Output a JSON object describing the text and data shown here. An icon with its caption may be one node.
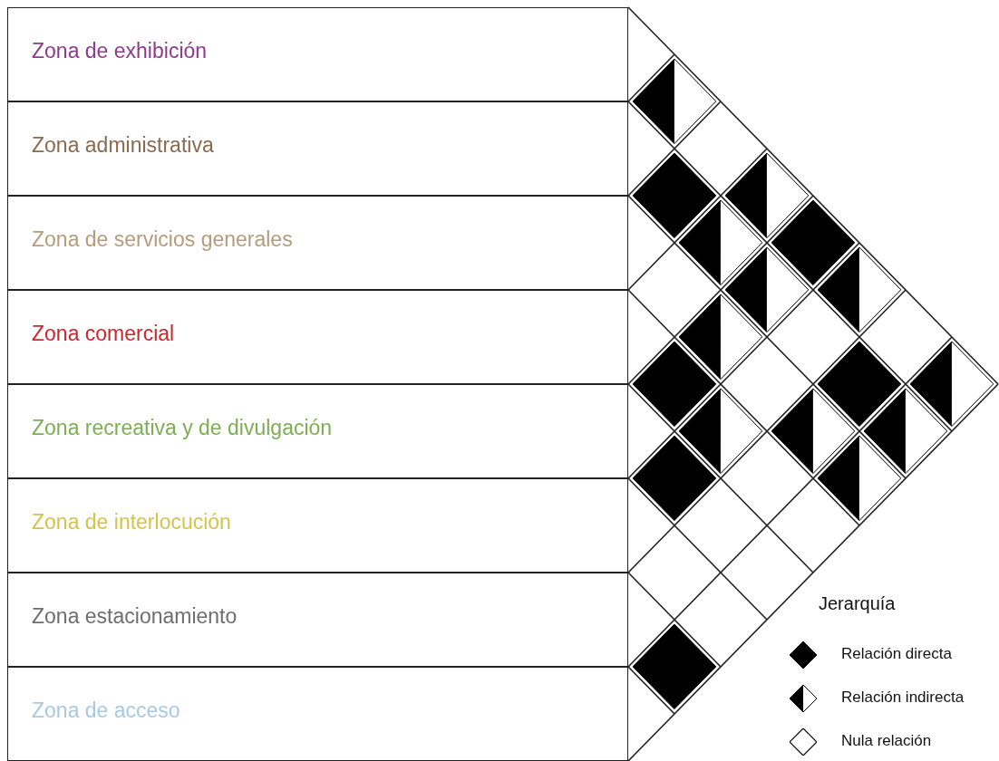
{
  "diagram": {
    "nodes": [
      {
        "text": [
          "Zona de exhibición"
        ]
      },
      {
        "text": [
          "Zona administrativa"
        ]
      },
      {
        "text": [
          "Zona de servicios generales"
        ]
      },
      {
        "text": [
          "Zona comercial"
        ]
      },
      {
        "text": [
          "Zona recreativa y de divulgación"
        ]
      },
      {
        "text": [
          "Zona de interlocución"
        ]
      },
      {
        "text": [
          "Zona estacionamiento"
        ]
      },
      {
        "text": [
          "Zona de acceso"
        ]
      },
      {
        "text": [],
        "shape": "half-diamond"
      },
      {
        "text": [],
        "shape": "diamond"
      },
      {
        "text": [],
        "shape": "half-diamond"
      },
      {
        "text": [],
        "shape": "half-diamond"
      },
      {
        "text": [],
        "shape": "diamond"
      },
      {
        "text": [],
        "shape": "half-diamond"
      },
      {
        "text": [],
        "shape": "half-diamond"
      },
      {
        "text": [],
        "shape": "half-diamond"
      },
      {
        "text": [],
        "shape": "diamond"
      },
      {
        "text": [],
        "shape": "diamond"
      },
      {
        "text": [],
        "shape": "half-diamond"
      },
      {
        "text": [],
        "shape": "half-diamond"
      },
      {
        "text": [],
        "shape": "half-diamond"
      },
      {
        "text": [],
        "shape": "half-diamond"
      },
      {
        "text": [],
        "shape": "diamond"
      },
      {
        "text": [],
        "shape": "half-diamond"
      },
      {
        "text": [],
        "shape": "diamond"
      }
    ],
    "labels": [
      "Jerarquía"
    ],
    "legend": [
      {
        "text": "Relación directa"
      },
      {
        "text": "Relación indirecta"
      },
      {
        "text": "Nula relación"
      }
    ]
  }
}
